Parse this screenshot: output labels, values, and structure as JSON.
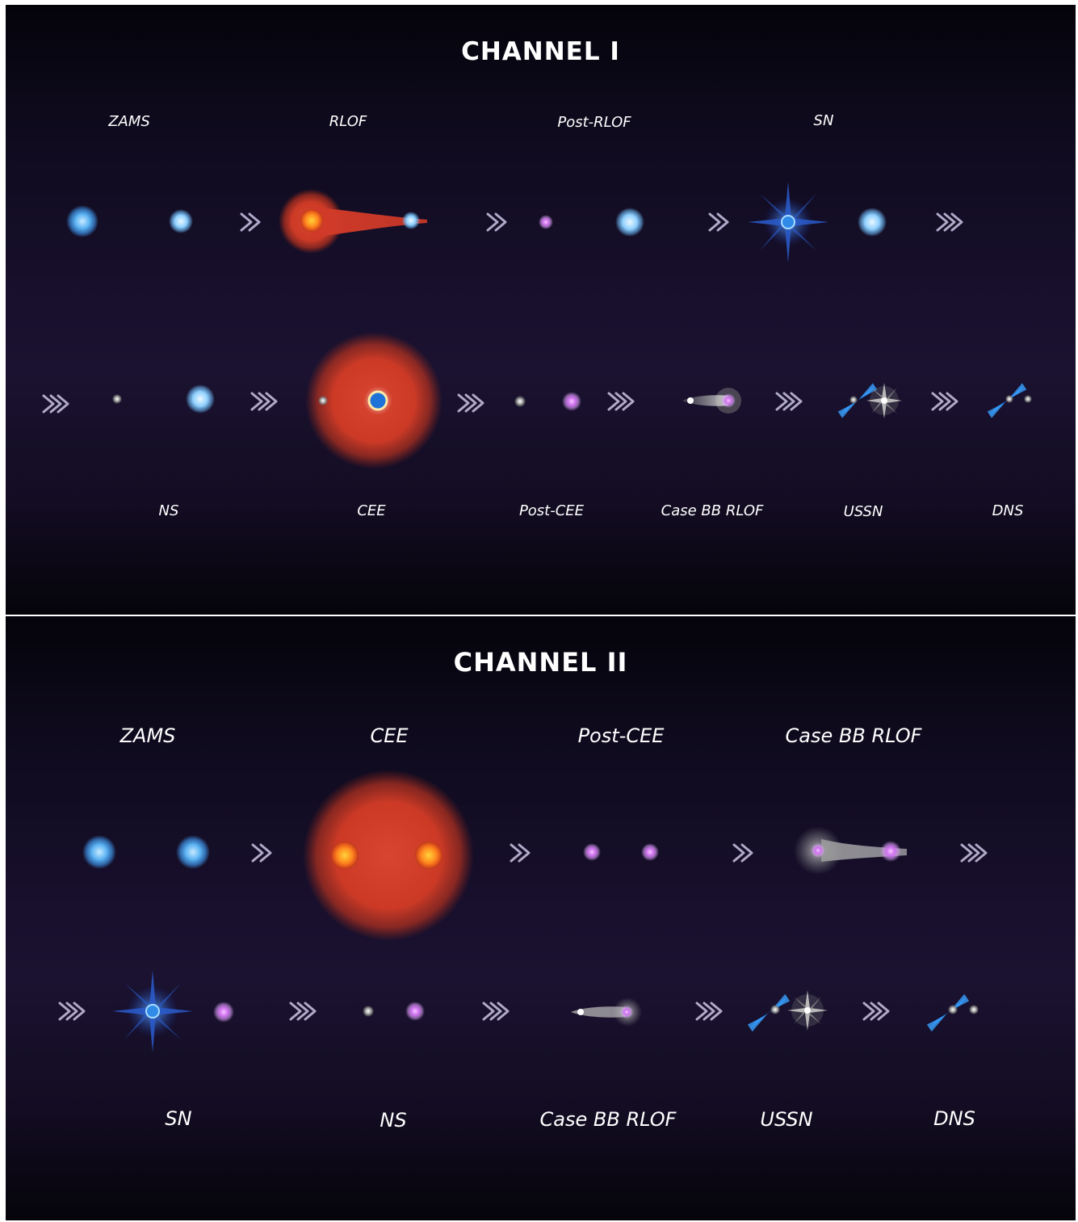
{
  "channel_1": {
    "title": "CHANNEL I",
    "stages_top": [
      "ZAMS",
      "RLOF",
      "Post-RLOF",
      "SN"
    ],
    "stages_bottom": [
      "NS",
      "CEE",
      "Post-CEE",
      "Case BB RLOF",
      "USSN",
      "DNS"
    ]
  },
  "channel_2": {
    "title": "CHANNEL II",
    "stages_top": [
      "ZAMS",
      "CEE",
      "Post-CEE",
      "Case BB RLOF"
    ],
    "stages_bottom": [
      "SN",
      "NS",
      "Case BB RLOF",
      "USSN",
      "DNS"
    ]
  },
  "colors": {
    "background": "#150e26",
    "main_sequence_star": "#4aa8f0",
    "giant_envelope": "#d13a28",
    "giant_core": "#ff9a1e",
    "helium_star": "#d070f0",
    "neutron_star": "#9a9a9a",
    "supernova": "#2a6ad8",
    "arrow": "#a9a3c2"
  },
  "icons": [
    "main-sequence-star-icon",
    "red-giant-envelope-icon",
    "helium-star-icon",
    "neutron-star-icon",
    "supernova-burst-icon",
    "pulsar-icon",
    "chevron-arrow-icon"
  ]
}
